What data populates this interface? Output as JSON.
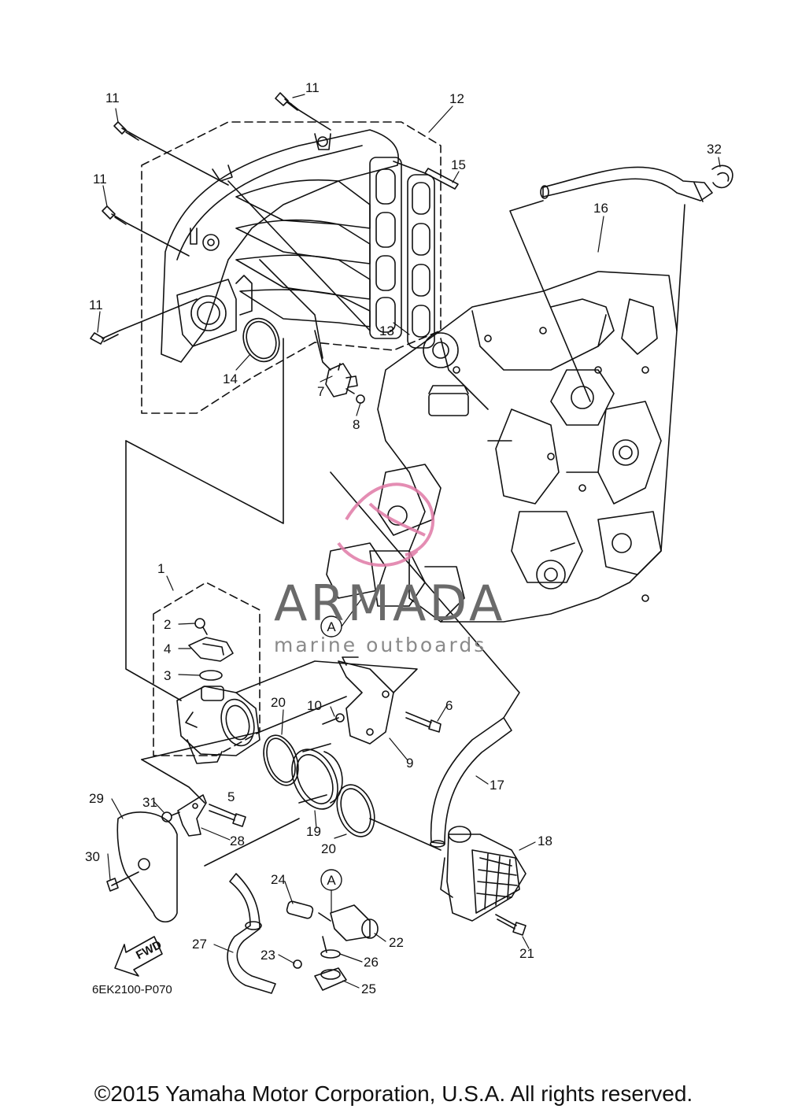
{
  "diagram": {
    "part_numbers": {
      "p1": "1",
      "p2": "2",
      "p3": "3",
      "p4": "4",
      "p5": "5",
      "p6": "6",
      "p7": "7",
      "p8": "8",
      "p9": "9",
      "p10": "10",
      "p11a": "11",
      "p11b": "11",
      "p11c": "11",
      "p11d": "11",
      "p12": "12",
      "p13": "13",
      "p14": "14",
      "p15": "15",
      "p16": "16",
      "p17": "17",
      "p18": "18",
      "p19": "19",
      "p20a": "20",
      "p20b": "20",
      "p21": "21",
      "p22": "22",
      "p23": "23",
      "p24": "24",
      "p25": "25",
      "p26": "26",
      "p27": "27",
      "p28": "28",
      "p29": "29",
      "p30": "30",
      "p31": "31",
      "p32": "32"
    },
    "ref_marker_a1": "A",
    "ref_marker_a2": "A",
    "fwd_label": "FWD",
    "diagram_code": "6EK2100-P070"
  },
  "watermark": {
    "brand": "ARMADA",
    "tagline": "marine outboards",
    "color": "#e07aa6"
  },
  "footer": {
    "copyright": "©2015 Yamaha Motor Corporation, U.S.A. All rights reserved."
  }
}
